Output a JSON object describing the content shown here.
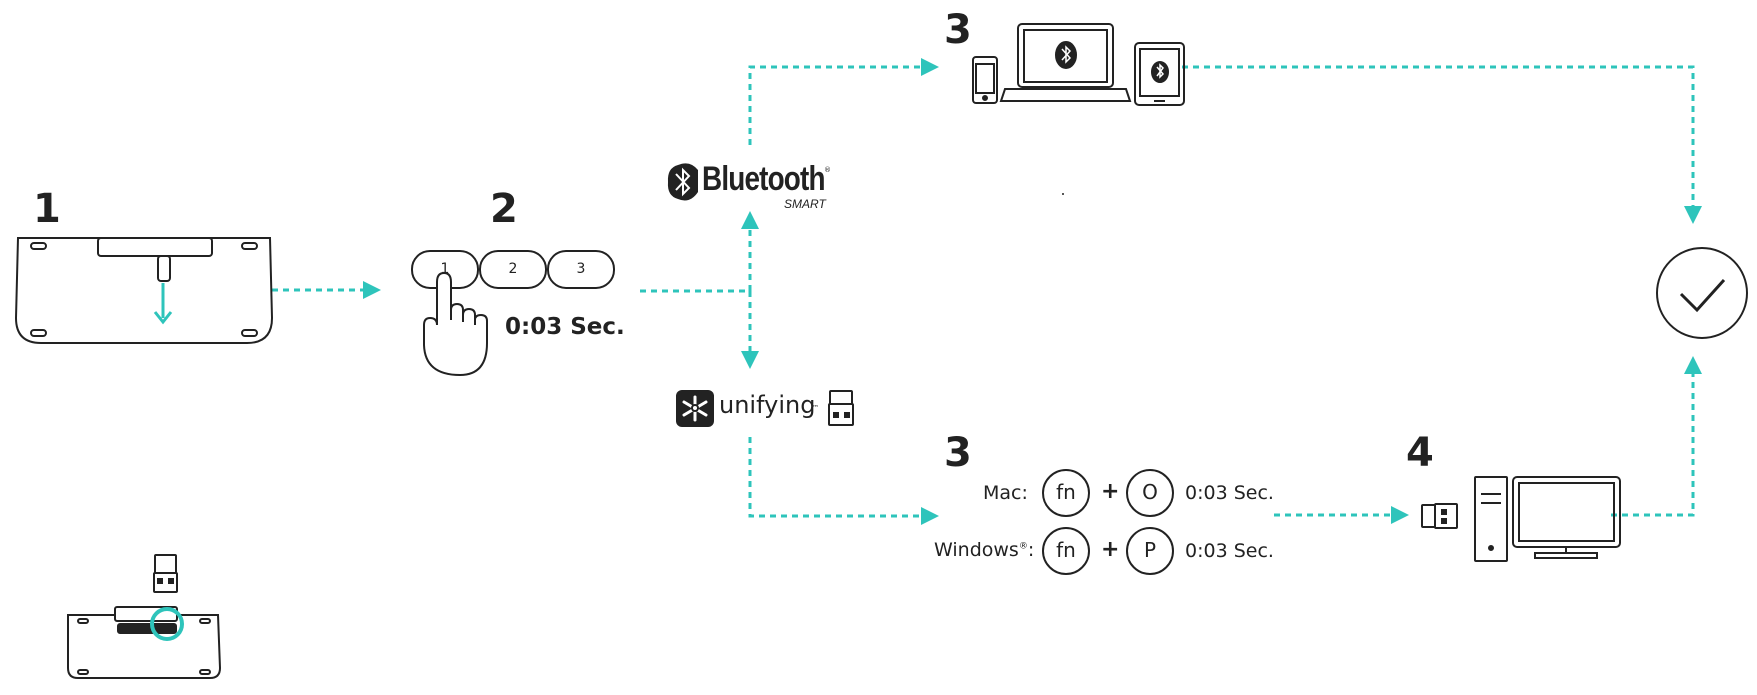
{
  "steps": {
    "s1": "1",
    "s2": "2",
    "s3_top": "3",
    "s3_bottom": "3",
    "s4": "4"
  },
  "easy_switch": {
    "buttons": [
      "1",
      "2",
      "3"
    ],
    "hold_time": "0:03 Sec."
  },
  "bluetooth": {
    "word": "Bluetooth",
    "sub": "SMART",
    "reg": "®"
  },
  "unifying": {
    "word": "unifying",
    "tm": "™"
  },
  "os_shortcuts": {
    "mac_label": "Mac:",
    "windows_label": "Windows",
    "windows_reg": "®",
    "windows_colon": ":",
    "fn": "fn",
    "plus": "+",
    "mac_key": "O",
    "windows_key": "P",
    "mac_time": "0:03 Sec.",
    "windows_time": "0:03 Sec."
  },
  "colors": {
    "accent": "#2ec4bb",
    "line": "#222222"
  },
  "icons": [
    "keyboard-bottom-icon",
    "receiver-icon",
    "hand-press-icon",
    "phone-icon",
    "laptop-icon",
    "tablet-icon",
    "bluetooth-logo-icon",
    "unifying-logo-icon",
    "desktop-computer-icon",
    "checkmark-circle-icon"
  ]
}
